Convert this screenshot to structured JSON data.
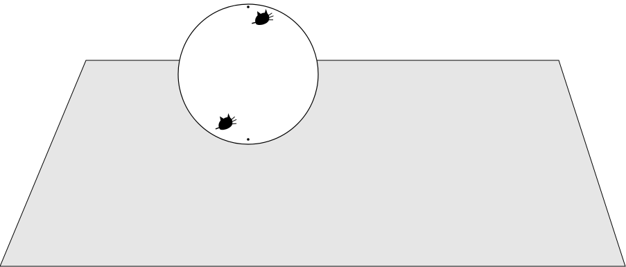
{
  "scene": {
    "plane_fill": "#e6e6e6",
    "disk_fill": "#ffffff",
    "stroke_color": "#000000",
    "figures": [
      {
        "kind": "cat-silhouette",
        "icon": "cat-icon"
      },
      {
        "kind": "cat-silhouette",
        "icon": "cat-icon"
      }
    ],
    "markers": [
      {
        "kind": "point",
        "location": "top-of-disk"
      },
      {
        "kind": "point",
        "location": "bottom-of-disk"
      }
    ]
  }
}
